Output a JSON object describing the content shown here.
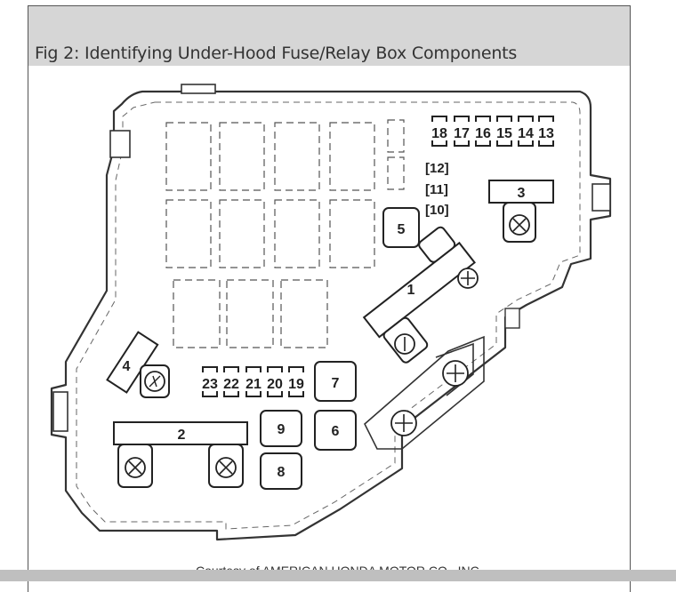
{
  "caption": "Fig 2: Identifying Under-Hood Fuse/Relay Box Components",
  "credit": "Courtesy of AMERICAN HONDA MOTOR CO., INC.",
  "labels": {
    "c1": "1",
    "c2": "2",
    "c3": "3",
    "c4": "4",
    "c5": "5",
    "c6": "6",
    "c7": "7",
    "c8": "8",
    "c9": "9",
    "c10": "[10]",
    "c11": "[11]",
    "c12": "[12]",
    "c13": "13",
    "c14": "14",
    "c15": "15",
    "c16": "16",
    "c17": "17",
    "c18": "18",
    "c19": "19",
    "c20": "20",
    "c21": "21",
    "c22": "22",
    "c23": "23"
  }
}
